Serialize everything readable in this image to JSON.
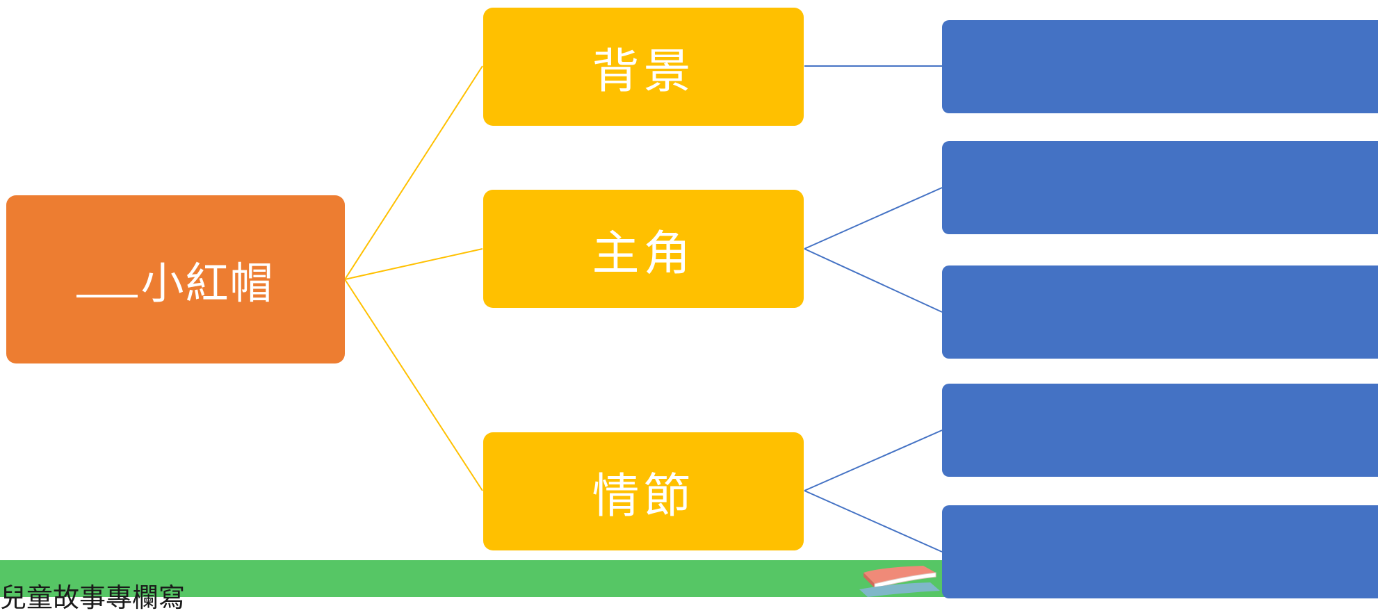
{
  "diagram": {
    "root": {
      "label": "小紅帽"
    },
    "branches": [
      {
        "label": "背景",
        "leaf_count": 1
      },
      {
        "label": "主角",
        "leaf_count": 2
      },
      {
        "label": "情節",
        "leaf_count": 2
      }
    ]
  },
  "footer": {
    "label": "兒童故事專欄寫"
  },
  "colors": {
    "root": "#ed7d31",
    "branch": "#ffc000",
    "leaf": "#4472c4",
    "root_connector": "#ffc000",
    "leaf_connector": "#4472c4",
    "footer_band": "#56c665"
  },
  "icons": {
    "footer_decoration": "stack-of-books-icon"
  }
}
